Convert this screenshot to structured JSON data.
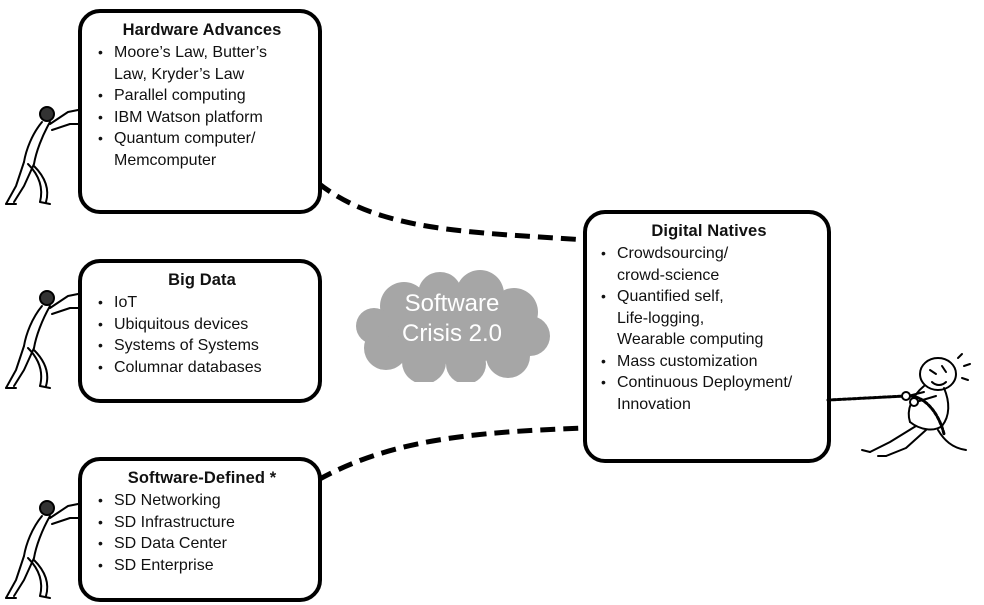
{
  "cloud": {
    "line1": "Software",
    "line2": "Crisis 2.0"
  },
  "boxes": {
    "hardware": {
      "title": "Hardware Advances",
      "items": [
        "Moore’s Law, Butter’s\nLaw, Kryder’s Law",
        "Parallel computing",
        "IBM Watson platform",
        "Quantum computer/\nMemcomputer"
      ]
    },
    "bigdata": {
      "title": "Big Data",
      "items": [
        "IoT",
        "Ubiquitous devices",
        "Systems of Systems",
        "Columnar databases"
      ]
    },
    "software": {
      "title": "Software-Defined *",
      "items": [
        "SD Networking",
        "SD Infrastructure",
        "SD Data Center",
        "SD Enterprise"
      ]
    },
    "natives": {
      "title": "Digital Natives",
      "items": [
        "Crowdsourcing/\ncrowd-science",
        "Quantified self,\nLife-logging,\nWearable computing",
        "Mass customization",
        "Continuous Deployment/\nInnovation"
      ]
    }
  },
  "colors": {
    "cloud_fill": "#a6a6a6",
    "cloud_text": "#ffffff",
    "box_border": "#000000"
  },
  "icons": {
    "pushers": "man-pushing-icon",
    "puller": "stressed-man-pulling-rope-icon"
  }
}
